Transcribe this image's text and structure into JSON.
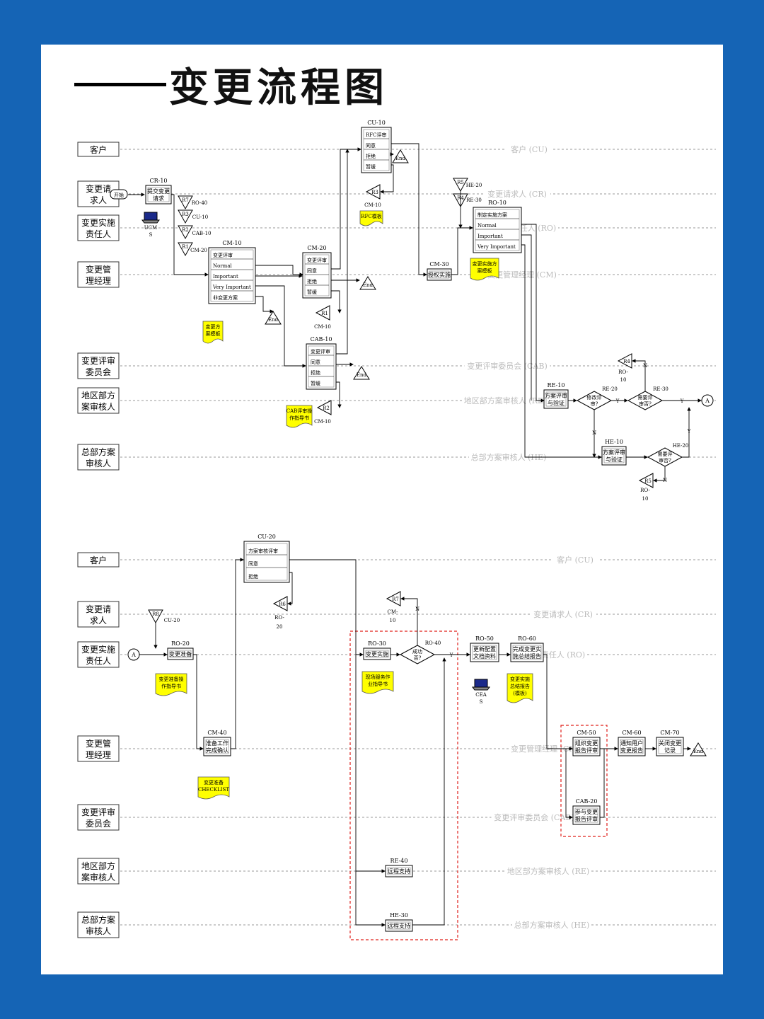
{
  "title": "——变更流程图",
  "title_text": "变更流程图",
  "colors": {
    "frame": "#1564b5",
    "note": "#ffff00",
    "highlight": "#e0201b",
    "line": "#000000",
    "dash": "#777777"
  },
  "lanes_top": [
    {
      "id": "cu",
      "label": "客户",
      "tag": "客户 (CU)"
    },
    {
      "id": "cr",
      "label": "变更请求人",
      "tag": "变更请求人 (CR)"
    },
    {
      "id": "ro",
      "label": "变更实施责任人",
      "tag": "变更实施责任人 (RO)"
    },
    {
      "id": "cm",
      "label": "变更管理经理",
      "tag": "变更管理经理 (CM)"
    },
    {
      "id": "cab",
      "label": "变更评审委员会",
      "tag": "变更评审委员会 (CAB)"
    },
    {
      "id": "re",
      "label": "地区部方案审核人",
      "tag": "地区部方案审核人 (RE)"
    },
    {
      "id": "he",
      "label": "总部方案审核人",
      "tag": "总部方案审核人 (HE)"
    }
  ],
  "lanes_bottom": [
    {
      "id": "cu",
      "label": "客户",
      "tag": "客户 (CU)"
    },
    {
      "id": "cr",
      "label": "变更请求人",
      "tag": "变更请求人 (CR)"
    },
    {
      "id": "ro",
      "label": "变更实施责任人",
      "tag": "变更实施责任人 (RO)"
    },
    {
      "id": "cm",
      "label": "变更管理经理",
      "tag": "变更管理经理 (CM)"
    },
    {
      "id": "cab",
      "label": "变更评审委员会",
      "tag": "变更评审委员会 (CAB)"
    },
    {
      "id": "re",
      "label": "地区部方案审核人",
      "tag": "地区部方案审核人 (RE)"
    },
    {
      "id": "he",
      "label": "总部方案审核人",
      "tag": "总部方案审核人 (HE)"
    }
  ],
  "boxes_top": [
    {
      "code": "CR-10",
      "lines": [
        "提交变更",
        "请求"
      ]
    },
    {
      "code": "CM-10",
      "lines": [
        "变更评审",
        "Normal",
        "Important",
        "Very Important",
        "非变更方案"
      ]
    },
    {
      "code": "CM-20",
      "lines": [
        "变更评审",
        "同意",
        "拒绝",
        "暂缓"
      ]
    },
    {
      "code": "CAB-10",
      "lines": [
        "变更评审",
        "同意",
        "拒绝",
        "暂缓"
      ]
    },
    {
      "code": "CU-10",
      "lines": [
        "RFC评审",
        "同意",
        "拒绝",
        "暂缓"
      ]
    },
    {
      "code": "CM-30",
      "lines": [
        "授权实施"
      ]
    },
    {
      "code": "RO-10",
      "lines": [
        "制定实施方案",
        "Normal",
        "Important",
        "Very Important"
      ]
    },
    {
      "code": "RE-10",
      "lines": [
        "方案评审",
        "与验证"
      ]
    },
    {
      "code": "HE-10",
      "lines": [
        "方案评审",
        "与验证"
      ]
    }
  ],
  "boxes_bottom": [
    {
      "code": "CU-20",
      "lines": [
        "方案审核评审",
        "同意",
        "拒绝"
      ]
    },
    {
      "code": "RO-20",
      "lines": [
        "变更准备"
      ]
    },
    {
      "code": "CM-40",
      "lines": [
        "准备工作",
        "完成确认"
      ]
    },
    {
      "code": "RO-30",
      "lines": [
        "变更实施"
      ]
    },
    {
      "code": "RO-50",
      "lines": [
        "更新配置",
        "文档资料"
      ]
    },
    {
      "code": "RO-60",
      "lines": [
        "完成变更实",
        "施总结报告"
      ]
    },
    {
      "code": "CM-50",
      "lines": [
        "组织变更",
        "报告评审"
      ]
    },
    {
      "code": "CAB-20",
      "lines": [
        "参与变更",
        "报告评审"
      ]
    },
    {
      "code": "CM-60",
      "lines": [
        "通知用户",
        "变更报告"
      ]
    },
    {
      "code": "CM-70",
      "lines": [
        "关闭变更",
        "记录"
      ]
    },
    {
      "code": "RE-40",
      "lines": [
        "远程支持"
      ]
    },
    {
      "code": "HE-30",
      "lines": [
        "远程支持"
      ]
    }
  ],
  "decisions": [
    {
      "code": "RE-20",
      "lines": [
        "修改评",
        "审?"
      ]
    },
    {
      "code": "RE-30",
      "lines": [
        "需要评",
        "审否?"
      ]
    },
    {
      "code": "HE-20",
      "lines": [
        "需要评",
        "审否?"
      ]
    },
    {
      "code": "RO-40",
      "lines": [
        "成功",
        "否?"
      ]
    }
  ],
  "notes": [
    {
      "id": "n1",
      "lines": [
        "变更方",
        "案模板"
      ]
    },
    {
      "id": "n2",
      "lines": [
        "RFC模板"
      ]
    },
    {
      "id": "n3",
      "lines": [
        "CAB评审操",
        "作指导书"
      ]
    },
    {
      "id": "n4",
      "lines": [
        "变更实施方",
        "案模板"
      ]
    },
    {
      "id": "n5",
      "lines": [
        "变更准备操",
        "作指导书"
      ]
    },
    {
      "id": "n6",
      "lines": [
        "现场服务作",
        "业指导书"
      ]
    },
    {
      "id": "n7",
      "lines": [
        "变更实施",
        "总结报告",
        "(模板)"
      ]
    },
    {
      "id": "n8",
      "lines": [
        "变更准备",
        "CHECKLIST"
      ]
    }
  ],
  "labels": {
    "start": "开始",
    "end": "End",
    "yes": "Y",
    "no": "N",
    "connector": "A",
    "r1": "R1",
    "r2": "R2",
    "r3": "R3",
    "r4": "R4",
    "r5": "R5",
    "r6": "R6",
    "r7": "R7",
    "r8": "R8",
    "ro40": "RO-40",
    "cu10": "CU-10",
    "cab10": "CAB-10",
    "cm20": "CM-20",
    "cm10": "CM-10",
    "he20": "HE-20",
    "re30": "RE-30",
    "ro10": "RO-10",
    "ro20": "RO-20",
    "cu20": "CU-20",
    "cm40": "CM-40",
    "ucm": "UCM",
    "cea": "CEA",
    "s": "S"
  }
}
